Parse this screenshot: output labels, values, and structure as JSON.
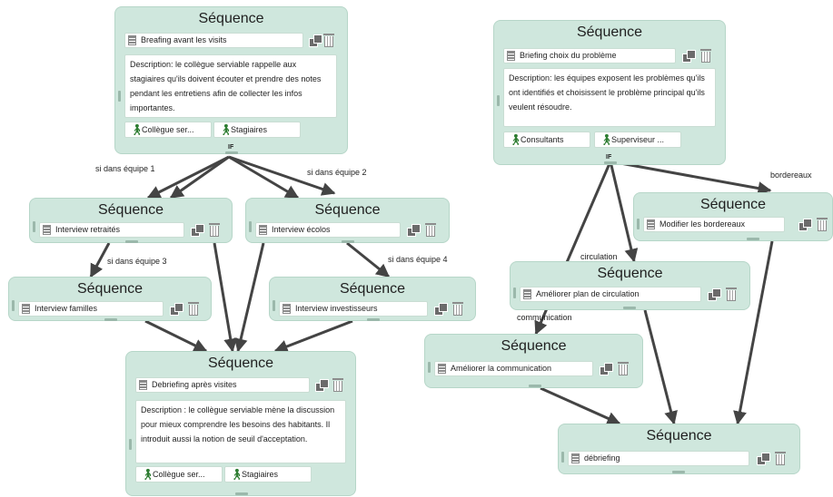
{
  "common": {
    "node_title": "Séquence",
    "if_label": "IF"
  },
  "nodes": {
    "n1": {
      "name": "Breafing avant les visits",
      "description": "Description: le collègue serviable rappelle aux stagiaires qu'ils doivent écouter et prendre des notes pendant les entretiens afin de collecter les infos importantes.",
      "actors": [
        "Collègue ser...",
        "Stagiaires"
      ]
    },
    "n2": {
      "name": "Interview retraités"
    },
    "n3": {
      "name": "Interview écolos"
    },
    "n4": {
      "name": "Interview familles"
    },
    "n5": {
      "name": "Interview investisseurs"
    },
    "n6": {
      "name": "Debriefing après visites",
      "description": "Description : le collègue serviable mène la discussion pour mieux comprendre les besoins des habitants. Il introduit aussi la notion de seuil d'acceptation.",
      "actors": [
        "Collègue ser...",
        "Stagiaires"
      ]
    },
    "n7": {
      "name": "Briefing choix du problème",
      "description": "Description: les équipes exposent les problèmes qu'ils ont identifiés et choisissent le problème principal qu'ils veulent résoudre.",
      "actors": [
        "Consultants",
        "Superviseur ..."
      ]
    },
    "n8": {
      "name": "Modifier les bordereaux"
    },
    "n9": {
      "name": "Améliorer plan de circulation"
    },
    "n10": {
      "name": "Améliorer la communication"
    },
    "n11": {
      "name": "débriefing"
    }
  },
  "edge_labels": {
    "e1": "si dans équipe 1",
    "e2": "si dans équipe 2",
    "e3": "si dans équipe 3",
    "e4": "si dans équipe 4",
    "e5": "bordereaux",
    "e6": "circulation",
    "e7": "communication"
  },
  "colors": {
    "node_fill": "#cfe7dd",
    "node_border": "#b6d6c8",
    "edge": "#444444",
    "person": "#2e7d32"
  },
  "icons": {
    "field": "doc-icon",
    "duplicate": "copy-icon",
    "delete": "trash-icon",
    "actor": "person-icon"
  }
}
